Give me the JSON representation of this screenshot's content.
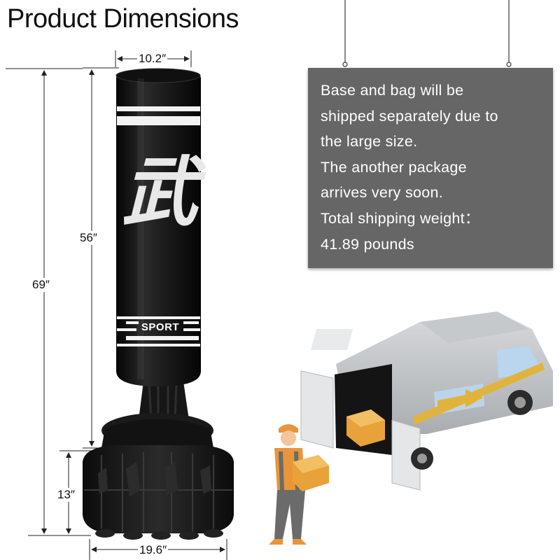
{
  "title": "Product Dimensions",
  "dimensions": {
    "top_width": "10.2″",
    "bag_height": "56″",
    "total_height": "69″",
    "base_height": "13″",
    "base_width": "19.6″"
  },
  "bag_label": "SPORT",
  "bag_glyph": "武",
  "sign": {
    "lines": [
      "Base and bag will be",
      "shipped separately due to",
      "the large size.",
      "The another package",
      "arrives very soon.",
      "Total shipping weight：",
      "41.89 pounds"
    ]
  },
  "colors": {
    "sign_background": "#666666",
    "bag_black": "#141414",
    "box_orange": "#e8a23a",
    "van_stripe": "#e0b43c",
    "worker_orange": "#e9953a"
  },
  "icons": [
    "punching-bag",
    "delivery-van",
    "delivery-worker",
    "parcel-box"
  ]
}
